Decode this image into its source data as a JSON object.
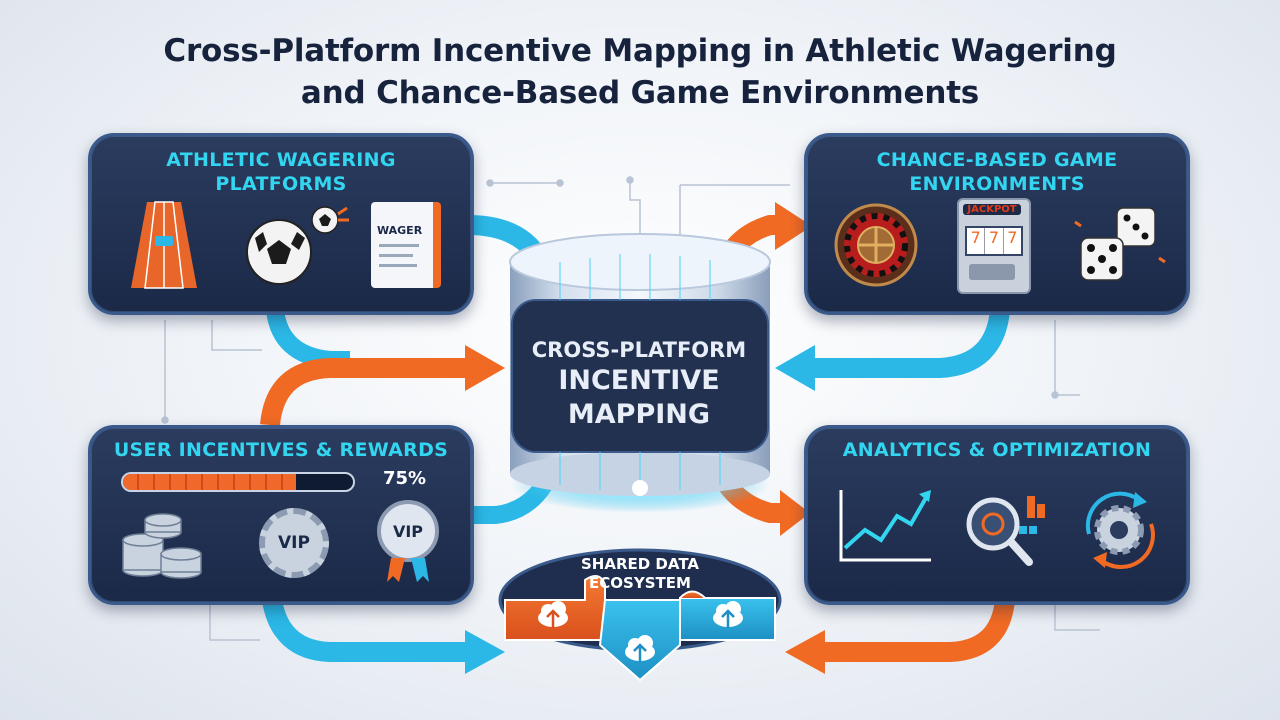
{
  "title": {
    "line1": "Cross-Platform Incentive Mapping in Athletic Wagering",
    "line2": "and Chance-Based Game Environments"
  },
  "panels": {
    "athletic": {
      "title_line1": "Athletic Wagering",
      "title_line2": "Platforms",
      "wager_doc_label": "WAGER"
    },
    "chance": {
      "title_line1": "Chance-Based Game",
      "title_line2": "Environments",
      "jackpot_label": "JACKPOT"
    },
    "incentives": {
      "title": "User Incentives & Rewards",
      "progress_value": 0.75,
      "progress_label": "75%",
      "vip_label": "VIP"
    },
    "analytics": {
      "title": "Analytics & Optimization"
    }
  },
  "center": {
    "line1": "Cross-Platform",
    "line2": "Incentive",
    "line3": "Mapping"
  },
  "shared": {
    "line1": "Shared Data",
    "line2": "Ecosystem"
  },
  "colors": {
    "orange": "#f06a24",
    "cyan": "#2bb8e6",
    "panel": "#22325a",
    "accent": "#33d6f0"
  },
  "icons": [
    "running-track-icon",
    "soccer-ball-icon",
    "wager-slip-icon",
    "roulette-wheel-icon",
    "slot-machine-icon",
    "dice-icon",
    "coin-stack-icon",
    "vip-gear-icon",
    "vip-medal-icon",
    "growth-chart-icon",
    "magnifier-icon",
    "gear-cycle-icon",
    "cloud-upload-icon"
  ]
}
